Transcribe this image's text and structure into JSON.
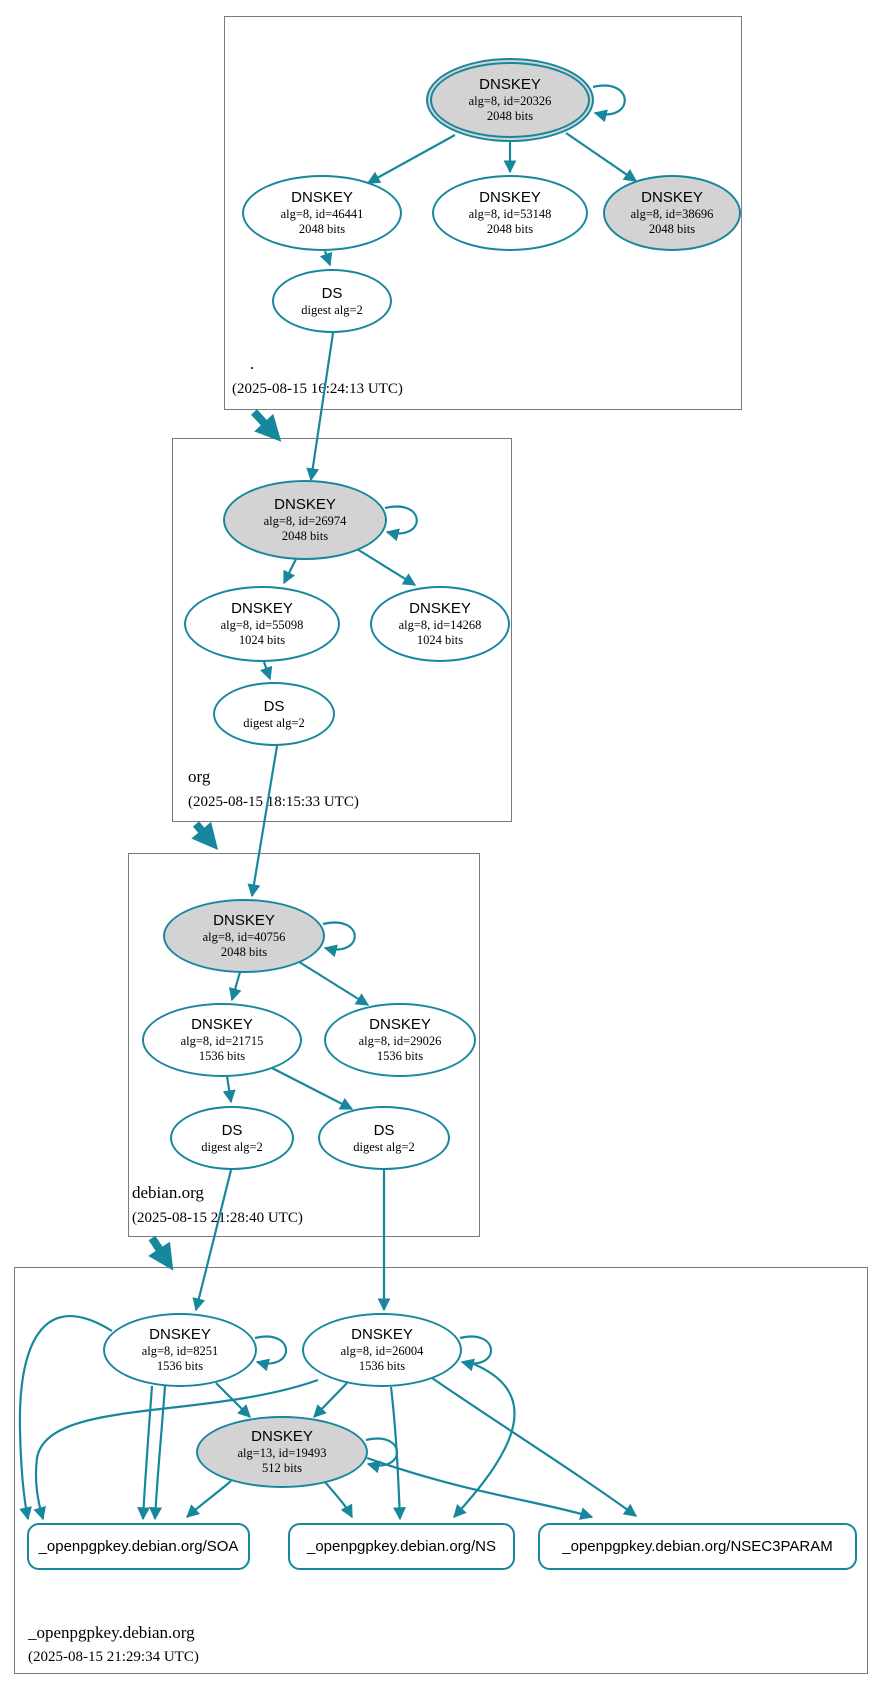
{
  "diagram": {
    "kind": "DNSSEC authentication chain graph",
    "colors": {
      "edge": "#17879d",
      "node_fill_gray": "#d3d3d3",
      "node_fill_white": "#ffffff",
      "box_border": "#7a7a7a",
      "text": "#000000",
      "bg": "#ffffff"
    },
    "zones": [
      {
        "name": ".",
        "timestamp": "(2025-08-15 16:24:13 UTC)",
        "nodes": [
          {
            "title": "DNSKEY",
            "detail1": "alg=8, id=20326",
            "detail2": "2048 bits"
          },
          {
            "title": "DNSKEY",
            "detail1": "alg=8, id=46441",
            "detail2": "2048 bits"
          },
          {
            "title": "DNSKEY",
            "detail1": "alg=8, id=53148",
            "detail2": "2048 bits"
          },
          {
            "title": "DNSKEY",
            "detail1": "alg=8, id=38696",
            "detail2": "2048 bits"
          },
          {
            "title": "DS",
            "detail1": "digest alg=2"
          }
        ]
      },
      {
        "name": "org",
        "timestamp": "(2025-08-15 18:15:33 UTC)",
        "nodes": [
          {
            "title": "DNSKEY",
            "detail1": "alg=8, id=26974",
            "detail2": "2048 bits"
          },
          {
            "title": "DNSKEY",
            "detail1": "alg=8, id=55098",
            "detail2": "1024 bits"
          },
          {
            "title": "DNSKEY",
            "detail1": "alg=8, id=14268",
            "detail2": "1024 bits"
          },
          {
            "title": "DS",
            "detail1": "digest alg=2"
          }
        ]
      },
      {
        "name": "debian.org",
        "timestamp": "(2025-08-15 21:28:40 UTC)",
        "nodes": [
          {
            "title": "DNSKEY",
            "detail1": "alg=8, id=40756",
            "detail2": "2048 bits"
          },
          {
            "title": "DNSKEY",
            "detail1": "alg=8, id=21715",
            "detail2": "1536 bits"
          },
          {
            "title": "DNSKEY",
            "detail1": "alg=8, id=29026",
            "detail2": "1536 bits"
          },
          {
            "title": "DS",
            "detail1": "digest alg=2"
          },
          {
            "title": "DS",
            "detail1": "digest alg=2"
          }
        ]
      },
      {
        "name": "_openpgpkey.debian.org",
        "timestamp": "(2025-08-15 21:29:34 UTC)",
        "nodes": [
          {
            "title": "DNSKEY",
            "detail1": "alg=8, id=8251",
            "detail2": "1536 bits"
          },
          {
            "title": "DNSKEY",
            "detail1": "alg=8, id=26004",
            "detail2": "1536 bits"
          },
          {
            "title": "DNSKEY",
            "detail1": "alg=13, id=19493",
            "detail2": "512 bits"
          },
          {
            "label": "_openpgpkey.debian.org/SOA"
          },
          {
            "label": "_openpgpkey.debian.org/NS"
          },
          {
            "label": "_openpgpkey.debian.org/NSEC3PARAM"
          }
        ]
      }
    ]
  }
}
